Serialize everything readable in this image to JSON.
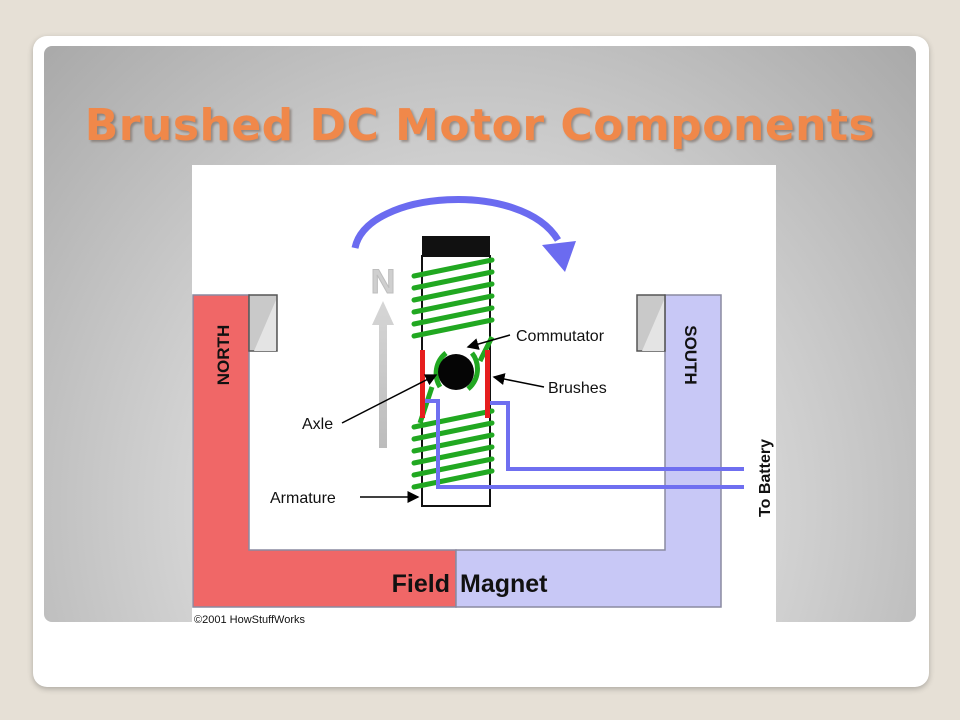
{
  "slide": {
    "title": "Brushed DC Motor Components"
  },
  "diagram": {
    "labels": {
      "north": "NORTH",
      "south": "SOUTH",
      "n_letter": "N",
      "commutator": "Commutator",
      "brushes": "Brushes",
      "axle": "Axle",
      "armature": "Armature",
      "to_battery": "To Battery",
      "field": "Field",
      "magnet": "Magnet",
      "copyright": "©2001 HowStuffWorks"
    },
    "colors": {
      "north_pole": "#f06767",
      "south_pole": "#c8c8f6",
      "winding": "#21a821",
      "brush": "#e61e1e",
      "wire": "#6f6ff0",
      "rotation_arrow": "#6b6bf0",
      "title": "#f0884a"
    }
  }
}
